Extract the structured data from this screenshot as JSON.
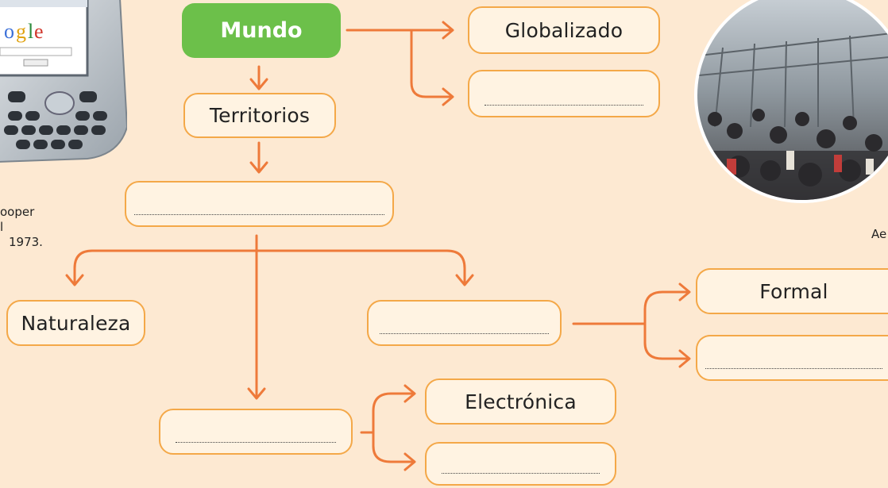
{
  "nodes": {
    "root": "Mundo",
    "globalizado": "Globalizado",
    "territorios": "Territorios",
    "naturaleza": "Naturaleza",
    "formal": "Formal",
    "electronica": "Electrónica"
  },
  "captions": {
    "phone_line1": "ooper",
    "phone_line2": "l",
    "phone_line3": "1973.",
    "airport": "Ae"
  },
  "colors": {
    "background": "#fde9d2",
    "box_border": "#f4a848",
    "connector": "#ee7a3a",
    "root_fill": "#6cc04a"
  },
  "icons": {
    "phone": "smartphone-photo",
    "airport": "airport-crowd-photo"
  }
}
